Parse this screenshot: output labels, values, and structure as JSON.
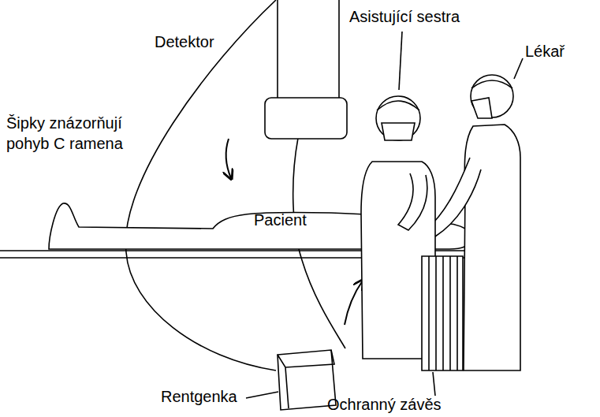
{
  "diagram": {
    "labels": [
      "Detektor",
      "Asistující sestra",
      "Lékař",
      "Šipky znázorňují pohyb C ramena",
      "Pacient",
      "Rentgenka",
      "Ochranný závěs"
    ]
  }
}
